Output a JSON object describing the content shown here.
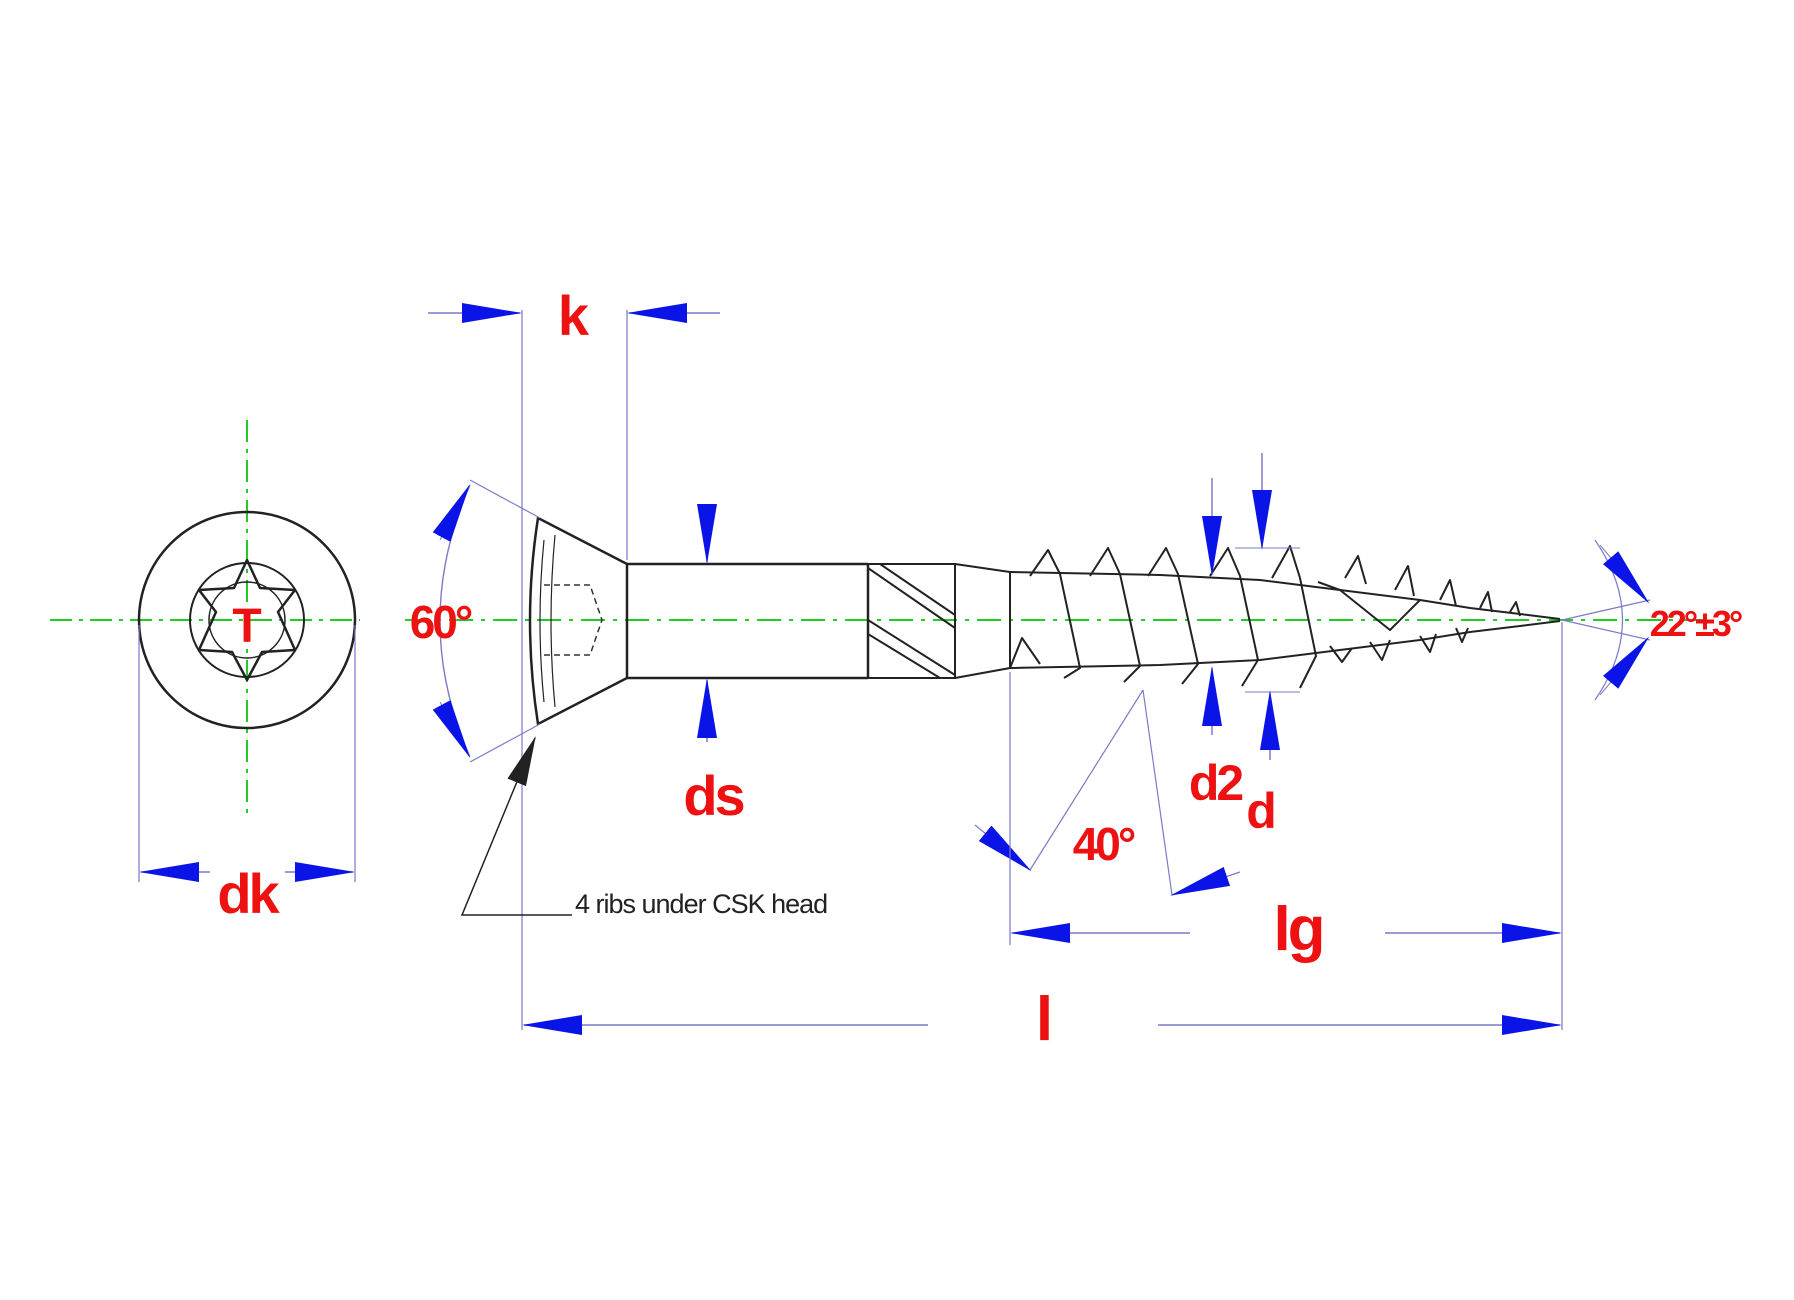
{
  "colors": {
    "outline": "#222222",
    "dimension_line": "#7a7ac8",
    "arrow": "#0a14e6",
    "centerline": "#22cc22",
    "label": "#ee1111"
  },
  "labels": {
    "drive_letter": "T",
    "head_diameter": "dk",
    "head_height": "k",
    "head_angle": "60°",
    "shank_diameter": "ds",
    "thread_angle": "40°",
    "core_diameter": "d2",
    "thread_diameter": "d",
    "point_angle": "22°±3°",
    "thread_length": "lg",
    "total_length": "l"
  },
  "note": {
    "ribs": "4 ribs under CSK head"
  },
  "icons": {
    "drive": "torx-drive-icon"
  }
}
